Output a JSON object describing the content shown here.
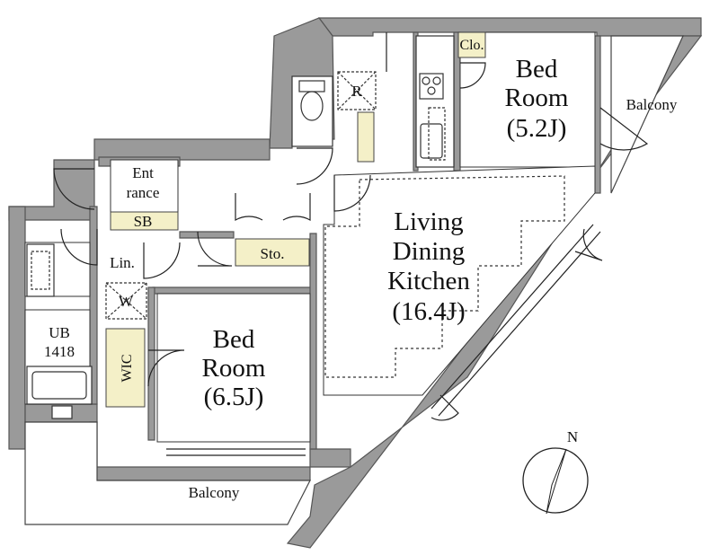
{
  "rooms": {
    "bedroom_main": {
      "line1": "Bed",
      "line2": "Room",
      "line3": "(6.5J)"
    },
    "bedroom_small": {
      "line1": "Bed",
      "line2": "Room",
      "line3": "(5.2J)"
    },
    "ldk": {
      "line1": "Living",
      "line2": "Dining",
      "line3": "Kitchen",
      "line4": "(16.4J)"
    },
    "entrance": {
      "line1": "Ent",
      "line2": "rance"
    },
    "shoe_box": "SB",
    "linen": "Lin.",
    "washer": "W",
    "bath": {
      "line1": "UB",
      "line2": "1418"
    },
    "walk_in_closet": "WIC",
    "storage": "Sto.",
    "closet": "Clo.",
    "refrigerator": "R",
    "balcony_south": "Balcony",
    "balcony_east": "Balcony"
  },
  "compass": {
    "north_label": "N"
  },
  "colors": {
    "wall": "#9a9a9a",
    "wall_stroke": "#555555",
    "storage_fill": "#f4f0c8",
    "line": "#222222"
  }
}
